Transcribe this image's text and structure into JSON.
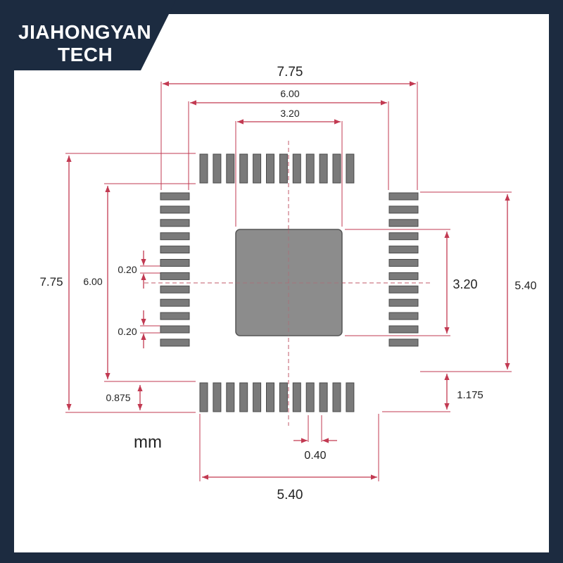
{
  "brand": {
    "line1": "JIAHONGYAN",
    "line2": "TECH"
  },
  "colors": {
    "background": "#1c2b40",
    "page": "#ffffff",
    "pad": "#7a7a7a",
    "pad_stroke": "#4a4a4a",
    "thermal_pad": "#8c8c8c",
    "dimension": "#c23a52",
    "centerline": "#c25a6a"
  },
  "units": "mm",
  "dimensions": {
    "top_outer": "7.75",
    "top_middle": "6.00",
    "top_inner": "3.20",
    "left_outer": "7.75",
    "left_inner": "6.00",
    "pad_width_upper": "0.20",
    "pad_width_lower": "0.20",
    "pad_length_left": "0.875",
    "thermal_pad_right": "3.20",
    "right_outer": "5.40",
    "pad_length_right": "1.175",
    "pitch": "0.40",
    "bottom_span": "5.40"
  },
  "package": {
    "pins_per_side": 12,
    "sides": 4
  }
}
